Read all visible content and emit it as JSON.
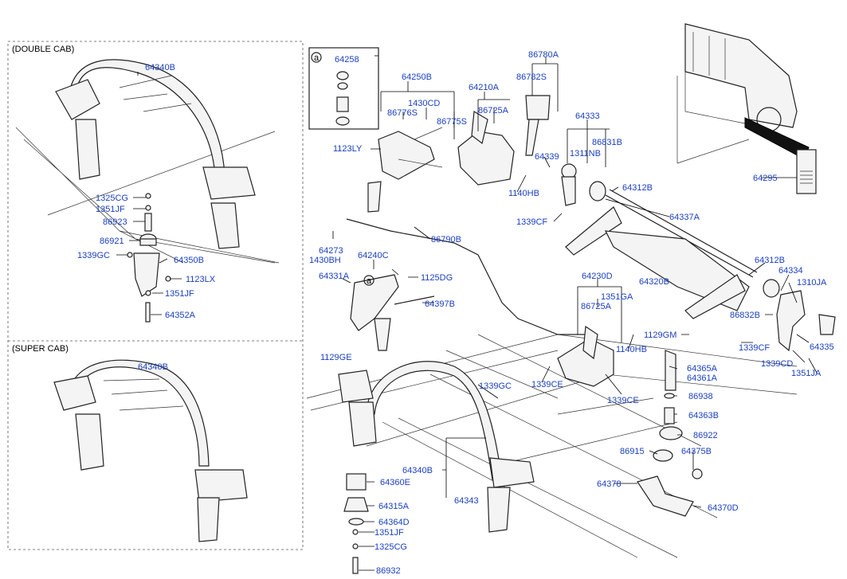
{
  "sections": {
    "double_cab": "(DOUBLE CAB)",
    "super_cab": "(SUPER CAB)"
  },
  "inset": {
    "circle_mark": "a",
    "part": "64258"
  },
  "labels": {
    "l64340B_a": "64340B",
    "l1325CG_a": "1325CG",
    "l1351JF_a": "1351JF",
    "l86923": "86923",
    "l86921": "86921",
    "l1339GC_a": "1339GC",
    "l64350B": "64350B",
    "l1123LX": "1123LX",
    "l1351JF_b": "1351JF",
    "l64352A": "64352A",
    "l64340B_b": "64340B",
    "l64250B": "64250B",
    "l1430CD": "1430CD",
    "l86776S": "86776S",
    "l86775S": "86775S",
    "l64210A": "64210A",
    "l86725A_a": "86725A",
    "l86780A": "86780A",
    "l86782S": "86782S",
    "l1123LY": "1123LY",
    "l64333": "64333",
    "l86831B": "86831B",
    "l64339": "64339",
    "l1311NB": "1311NB",
    "l1140HB_a": "1140HB",
    "l64312B_a": "64312B",
    "l1339CF_a": "1339CF",
    "l64295": "64295",
    "l64337A": "64337A",
    "l64273": "64273",
    "l1430BH": "1430BH",
    "l86790B": "86790B",
    "l64240C": "64240C",
    "l64331A": "64331A",
    "l1125DG": "1125DG",
    "l64397B": "64397B",
    "l64230D": "64230D",
    "l1351GA": "1351GA",
    "l86725A_b": "86725A",
    "l64320B": "64320B",
    "l64312B_b": "64312B",
    "l64334": "64334",
    "l1310JA": "1310JA",
    "l86832B": "86832B",
    "l1129GM": "1129GM",
    "l1140HB_b": "1140HB",
    "l1339CF_b": "1339CF",
    "l64335": "64335",
    "l1339CD": "1339CD",
    "l1351JA": "1351JA",
    "l1129GE": "1129GE",
    "l1339GC_b": "1339GC",
    "l1339CE_a": "1339CE",
    "l1339CE_b": "1339CE",
    "l64365A": "64365A",
    "l64361A": "64361A",
    "l86938": "86938",
    "l64363B": "64363B",
    "l86922": "86922",
    "l86915": "86915",
    "l64375B": "64375B",
    "l64340B_c": "64340B",
    "l64360E": "64360E",
    "l64378": "64378",
    "l64370D": "64370D",
    "l64343": "64343",
    "l64315A": "64315A",
    "l64364D": "64364D",
    "l1351JF_c": "1351JF",
    "l1325CG_b": "1325CG",
    "l86932": "86932",
    "l64240C_mark": "a"
  }
}
